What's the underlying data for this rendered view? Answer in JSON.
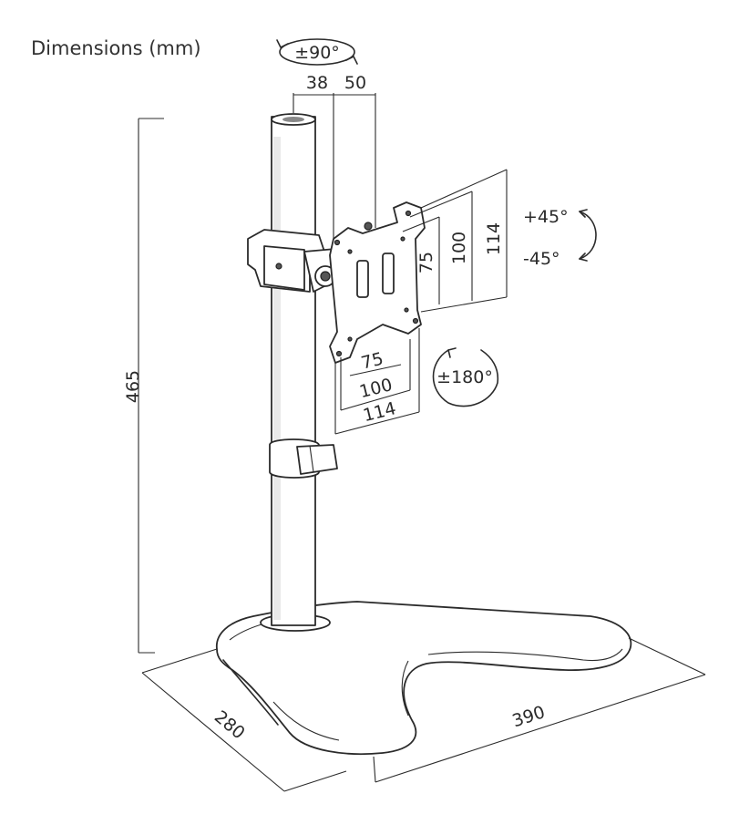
{
  "title": "Dimensions (mm)",
  "rotation": {
    "swivel": "±90°",
    "tilt_up": "+45°",
    "tilt_down": "-45°",
    "rotate": "±180°"
  },
  "dimensions": {
    "height": "465",
    "base_depth": "280",
    "base_width": "390",
    "arm_offset_a": "38",
    "arm_offset_b": "50",
    "vesa_h_75": "75",
    "vesa_h_100": "100",
    "vesa_h_114": "114",
    "vesa_v_75": "75",
    "vesa_v_100": "100",
    "vesa_v_114": "114"
  }
}
